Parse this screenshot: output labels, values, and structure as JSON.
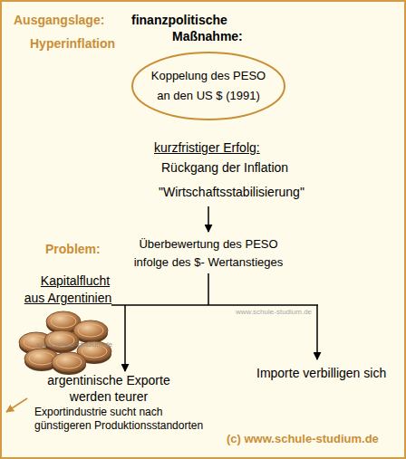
{
  "diagram": {
    "nodes": [
      {
        "text": [
          "Koppelung des PESO an den US $ (1991)"
        ]
      }
    ],
    "labels": [
      "Ausgangslage:",
      "finanzpolitische Maßnahme:",
      "Hyperinflation",
      "kurzfristiger Erfolg:",
      "Rückgang der Inflation",
      "\"Wirtschaftsstabilisierung\"",
      "Problem:",
      "Überbewertung des PESO infolge des $- Wertanstieges",
      "Kapitalflucht aus Argentinien",
      "www.schule-studium.de",
      "www.schule-studium.de",
      "argentinische Exporte werden teurer",
      "Exportindustrie sucht nach günstigeren Produktionsstandorten",
      "Importe verbilligen sich",
      "(c) www.schule-studium.de"
    ]
  }
}
